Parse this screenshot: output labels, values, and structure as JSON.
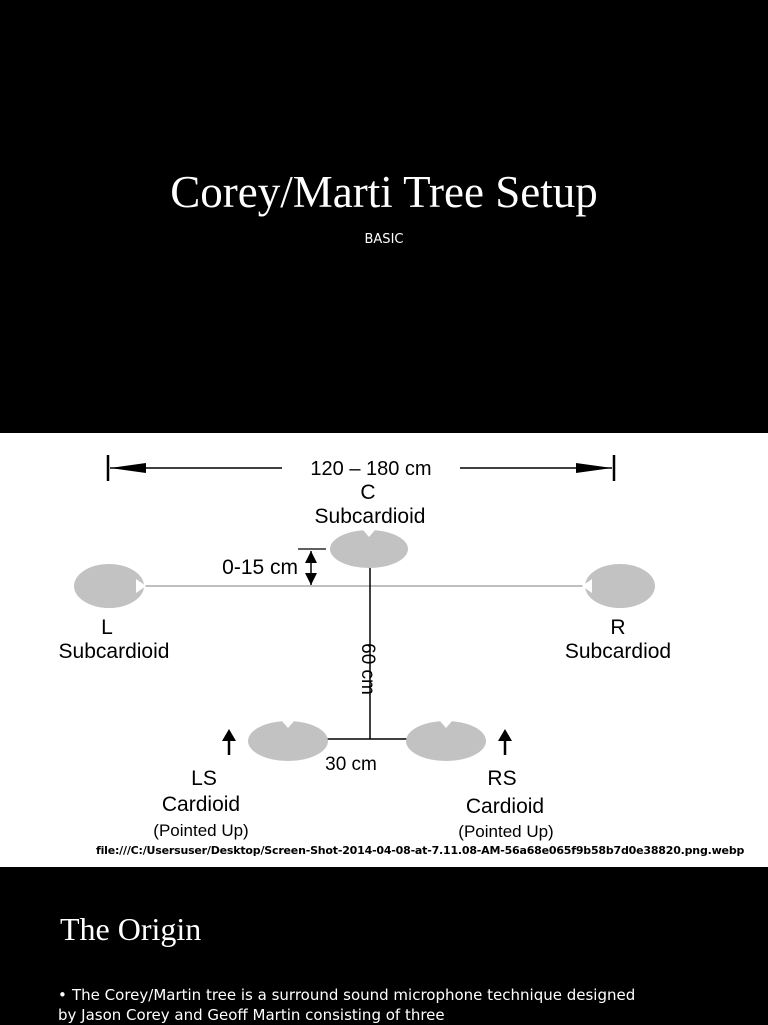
{
  "slide1": {
    "title": "Corey/Marti Tree Setup",
    "subtitle": "BASIC"
  },
  "diagram": {
    "width_label": "120 – 180 cm",
    "center_height_label": "0-15 cm",
    "depth_label": "60 cm",
    "rear_spacing_label": "30 cm",
    "mics": [
      {
        "id": "C",
        "name": "C",
        "pattern": "Subcardioid"
      },
      {
        "id": "L",
        "name": "L",
        "pattern": "Subcardioid"
      },
      {
        "id": "R",
        "name": "R",
        "pattern": "Subcardiod"
      },
      {
        "id": "LS",
        "name": "LS",
        "pattern": "Cardioid",
        "note": "(Pointed Up)"
      },
      {
        "id": "RS",
        "name": "RS",
        "pattern": "Cardioid",
        "note": "(Pointed Up)"
      }
    ],
    "colors": {
      "mic_fill": "#c2c2c2",
      "line": "#000000"
    }
  },
  "filepath": "file:///C:/Usersuser/Desktop/Screen-Shot-2014-04-08-at-7.11.08-AM-56a68e065f9b58b7d0e38820.png.webp",
  "slide2": {
    "heading": "The Origin",
    "bullet": "The Corey/Martin tree is a surround sound microphone technique designed by Jason Corey and Geoff Martin consisting of three"
  }
}
